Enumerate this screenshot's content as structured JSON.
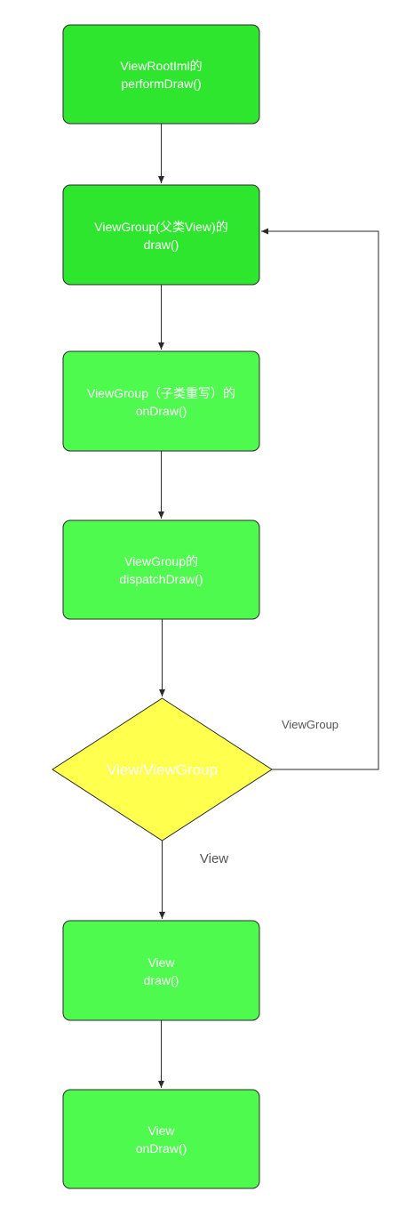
{
  "colors": {
    "box_primary": "#2ee62e",
    "box_secondary": "#4dfa4d",
    "decision_fill": "#ffff4d",
    "stroke": "#2a2a2a",
    "text_on_box": "#ffffff",
    "edge_label_text": "#555555"
  },
  "nodes": {
    "viewroot": {
      "line1": "ViewRootIml的",
      "line2": "performDraw()"
    },
    "viewgroup_draw": {
      "line1": "ViewGroup(父类View)的",
      "line2": "draw()"
    },
    "viewgroup_ondraw": {
      "line1": "ViewGroup（子类重写）的",
      "line2": "onDraw()"
    },
    "viewgroup_dispatch": {
      "line1": "ViewGroup的",
      "line2": "dispatchDraw()"
    },
    "decision": {
      "label": "View/ViewGroup"
    },
    "view_draw": {
      "line1": "View",
      "line2": "draw()"
    },
    "view_ondraw": {
      "line1": "View",
      "line2": "onDraw()"
    }
  },
  "edges": {
    "loop_label": "ViewGroup",
    "down_label": "View"
  }
}
